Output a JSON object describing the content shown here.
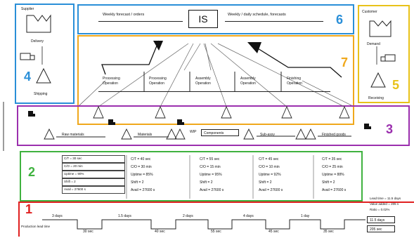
{
  "zones": [
    {
      "number": "1",
      "color": "#e02020"
    },
    {
      "number": "2",
      "color": "#3fb23f"
    },
    {
      "number": "3",
      "color": "#9b2fae"
    },
    {
      "number": "4",
      "color": "#2a8fd8"
    },
    {
      "number": "5",
      "color": "#e8c21a"
    },
    {
      "number": "6",
      "color": "#2a8fd8"
    },
    {
      "number": "7",
      "color": "#f0a81c"
    }
  ],
  "control": {
    "center": "IS",
    "left_note": "Weekly forecast / orders",
    "right_note": "Weekly / daily schedule, forecasts"
  },
  "supplier": {
    "title": "Supplier",
    "sub": "Delivery",
    "label": "Shipping"
  },
  "customer": {
    "title": "Customer",
    "sub": "Demand",
    "label": "Receiving"
  },
  "processes": [
    {
      "name": "Processing",
      "sub": "Operation"
    },
    {
      "name": "Processing",
      "sub": "Operation"
    },
    {
      "name": "Assembly",
      "sub": "Operation"
    },
    {
      "name": "Assembly",
      "sub": "Operation"
    },
    {
      "name": "Finishing",
      "sub": "Operation"
    }
  ],
  "flow_labels": [
    "Raw materials",
    "Materials",
    "WIP",
    "Components",
    "Sub-assy",
    "Finished goods"
  ],
  "data_columns": [
    [
      "C/T = 30 sec",
      "C/O = 20 min",
      "Uptime = 90%",
      "Shift = 2",
      "Avail = 27600 s"
    ],
    [
      "C/T = 40 sec",
      "C/O = 30 min",
      "Uptime = 85%",
      "Shift = 2",
      "Avail = 27600 s"
    ],
    [
      "C/T = 55 sec",
      "C/O = 15 min",
      "Uptime = 95%",
      "Shift = 2",
      "Avail = 27600 s"
    ],
    [
      "C/T = 45 sec",
      "C/O = 10 min",
      "Uptime = 92%",
      "Shift = 2",
      "Avail = 27600 s"
    ],
    [
      "C/T = 35 sec",
      "C/O = 25 min",
      "Uptime = 88%",
      "Shift = 2",
      "Avail = 27600 s"
    ]
  ],
  "timeline": {
    "days": [
      "3 days",
      "1.5 days",
      "2 days",
      "4 days",
      "1 day"
    ],
    "times": [
      "30 sec",
      "40 sec",
      "55 sec",
      "45 sec",
      "35 sec"
    ],
    "left_label": "Production lead time",
    "total_lt": "11.5 days",
    "total_vat": "205 sec",
    "summary": [
      "Lead time = 11.5 days",
      "Value added = 205 s",
      "Ratio = 0.02%"
    ]
  }
}
